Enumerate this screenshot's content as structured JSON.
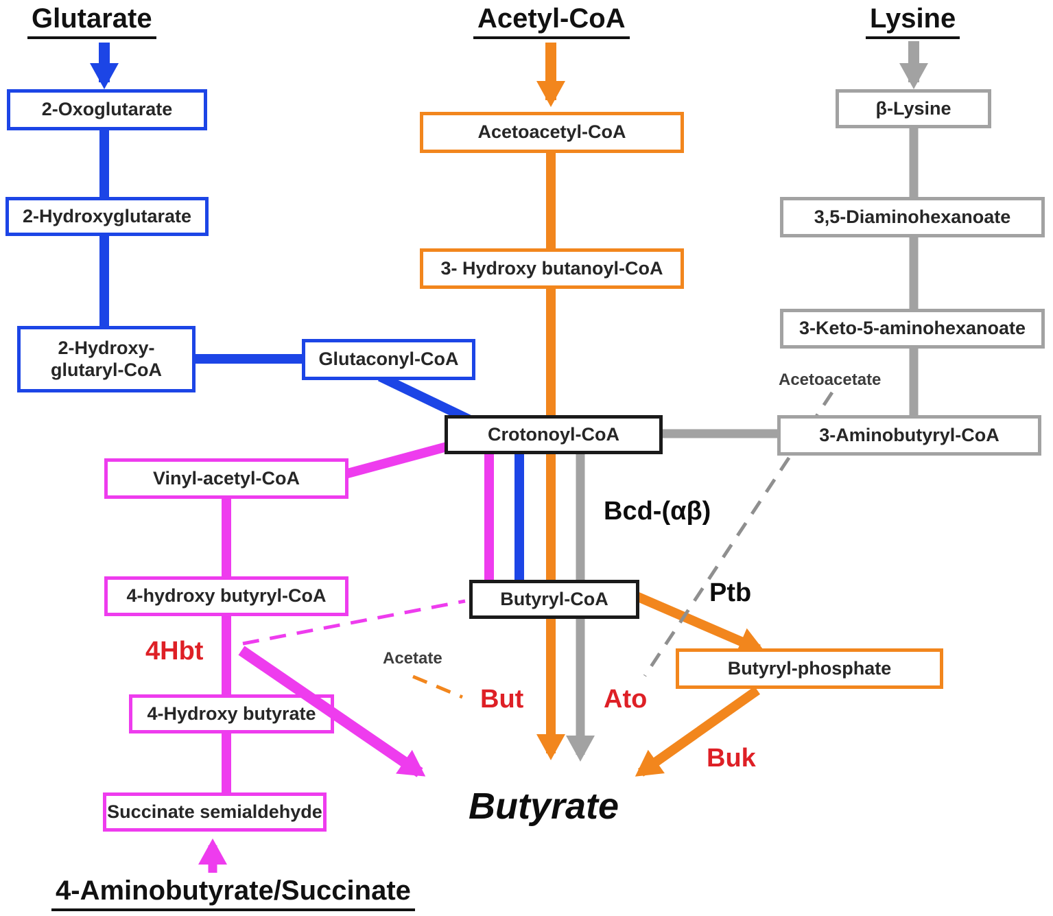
{
  "headers": {
    "glutarate": "Glutarate",
    "acetyl_coa": "Acetyl-CoA",
    "lysine": "Lysine",
    "bottom": "4-Aminobutyrate/Succinate"
  },
  "boxes": {
    "oxoglutarate": "2-Oxoglutarate",
    "hydroxyglutarate": "2-Hydroxyglutarate",
    "hydroxyglutaryl_line1": "2-Hydroxy-",
    "hydroxyglutaryl_line2": "glutaryl-CoA",
    "glutaconyl": "Glutaconyl-CoA",
    "acetoacetyl": "Acetoacetyl-CoA",
    "hydroxybutanoyl": "3- Hydroxy butanoyl-CoA",
    "beta_lysine": "β-Lysine",
    "diaminohexanoate": "3,5-Diaminohexanoate",
    "keto_aminohexanoate": "3-Keto-5-aminohexanoate",
    "aminobutyryl": "3-Aminobutyryl-CoA",
    "crotonoyl": "Crotonoyl-CoA",
    "butyryl": "Butyryl-CoA",
    "vinyl_acetyl": "Vinyl-acetyl-CoA",
    "hydroxybutyryl": "4-hydroxy butyryl-CoA",
    "hydroxybutyrate": "4-Hydroxy butyrate",
    "succinate_semialdehyde": "Succinate semialdehyde",
    "butyryl_phosphate": "Butyryl-phosphate"
  },
  "labels": {
    "acetoacetate": "Acetoacetate",
    "acetate": "Acetate",
    "bcd": "Bcd-(αβ)",
    "ptb": "Ptb",
    "hbt": "4Hbt",
    "but": "But",
    "ato": "Ato",
    "buk": "Buk",
    "butyrate": "Butyrate"
  },
  "colors": {
    "blue": "#1c45e6",
    "orange": "#f2861d",
    "gray": "#a2a2a2",
    "gray-dash": "#8f8f8f",
    "magenta": "#ee3cee",
    "red": "#de2026",
    "ink": "#1a1a1a",
    "text": "#262626",
    "label-gray": "#3d3d3d"
  }
}
